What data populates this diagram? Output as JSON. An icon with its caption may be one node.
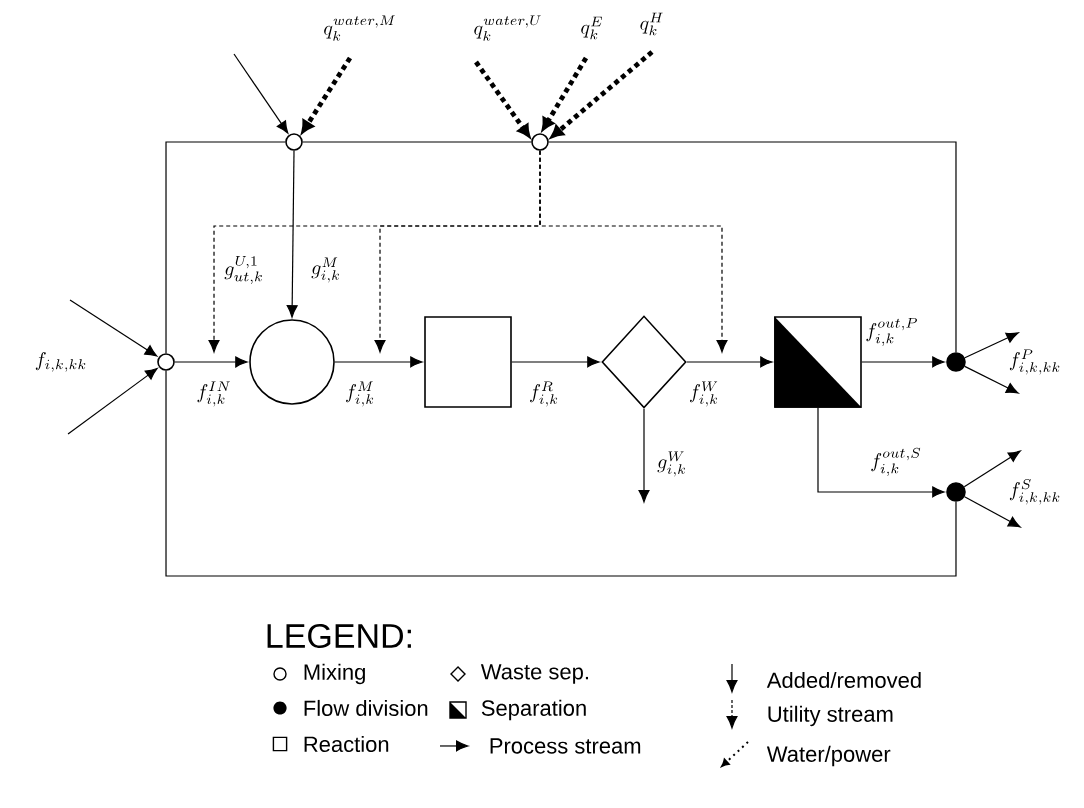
{
  "diagram": {
    "nodes": [
      {
        "text": [],
        "shape": "circle"
      },
      {
        "text": [],
        "shape": "circle"
      },
      {
        "text": [],
        "shape": "circle",
        "beside": [
          "f_{i,k,kk}"
        ]
      },
      {
        "text": [],
        "shape": "circle"
      },
      {
        "text": [],
        "shape": "box"
      },
      {
        "text": [],
        "shape": "diamond"
      },
      {
        "text": [],
        "shape": "box"
      },
      {
        "text": [],
        "shape": "circle",
        "beside": [
          "f^{P}_{i,k,kk}"
        ]
      },
      {
        "text": [],
        "shape": "circle",
        "beside": [
          "f^{S}_{i,k,kk}"
        ]
      }
    ],
    "edges": [
      {
        "from": null,
        "to": 2,
        "arrow": "to"
      },
      {
        "from": null,
        "to": 2,
        "arrow": "to"
      },
      {
        "from": null,
        "to": 0,
        "arrow": "to"
      },
      {
        "from": null,
        "to": 0,
        "arrow": "to",
        "style": "dashed",
        "label": "q_{k}^{water,M}"
      },
      {
        "from": null,
        "to": 1,
        "arrow": "to",
        "style": "dashed",
        "label": "q_{k}^{water,U}"
      },
      {
        "from": null,
        "to": 1,
        "arrow": "to",
        "style": "dashed",
        "label": "q_{k}^{E}"
      },
      {
        "from": null,
        "to": 1,
        "arrow": "to",
        "style": "dashed",
        "label": "q_{k}^{H}"
      },
      {
        "from": 2,
        "to": 0,
        "arrow": "none"
      },
      {
        "from": 0,
        "to": 1,
        "arrow": "none"
      },
      {
        "from": 1,
        "to": 7,
        "arrow": "none"
      },
      {
        "from": 2,
        "to": 8,
        "arrow": "none"
      },
      {
        "from": 0,
        "to": 3,
        "arrow": "to",
        "label": "g_{i,k}^{M}"
      },
      {
        "from": 1,
        "to": null,
        "arrow": "to",
        "style": "dashed",
        "label": "g_{ut,k}^{U,1}"
      },
      {
        "from": 1,
        "to": null,
        "arrow": "to",
        "style": "dashed"
      },
      {
        "from": 1,
        "to": null,
        "arrow": "to",
        "style": "dashed"
      },
      {
        "from": 2,
        "to": 3,
        "arrow": "to",
        "label": "f_{i,k}^{IN}"
      },
      {
        "from": 3,
        "to": 4,
        "arrow": "to",
        "label": "f_{i,k}^{M}"
      },
      {
        "from": 4,
        "to": 5,
        "arrow": "to",
        "label": "f_{i,k}^{R}"
      },
      {
        "from": 5,
        "to": 6,
        "arrow": "to",
        "label": "f_{i,k}^{W}"
      },
      {
        "from": 6,
        "to": 7,
        "arrow": "to",
        "label": "f_{i,k}^{out,P}"
      },
      {
        "from": 6,
        "to": 8,
        "arrow": "to",
        "label": "f_{i,k}^{out,S}"
      },
      {
        "from": 5,
        "to": null,
        "arrow": "to",
        "label": "g_{i,k}^{W}"
      },
      {
        "from": 7,
        "to": null,
        "arrow": "to"
      },
      {
        "from": 7,
        "to": null,
        "arrow": "to"
      },
      {
        "from": 8,
        "to": null,
        "arrow": "to"
      },
      {
        "from": 8,
        "to": null,
        "arrow": "to"
      }
    ],
    "labels": [
      "LEGEND:"
    ],
    "legend": [
      {
        "text": "Mixing"
      },
      {
        "text": "Flow division"
      },
      {
        "text": "Reaction"
      },
      {
        "text": "Waste sep."
      },
      {
        "text": "Separation"
      },
      {
        "text": "Process stream"
      },
      {
        "text": "Added/removed"
      },
      {
        "text": "Utility stream"
      },
      {
        "text": "Water/power"
      }
    ]
  }
}
